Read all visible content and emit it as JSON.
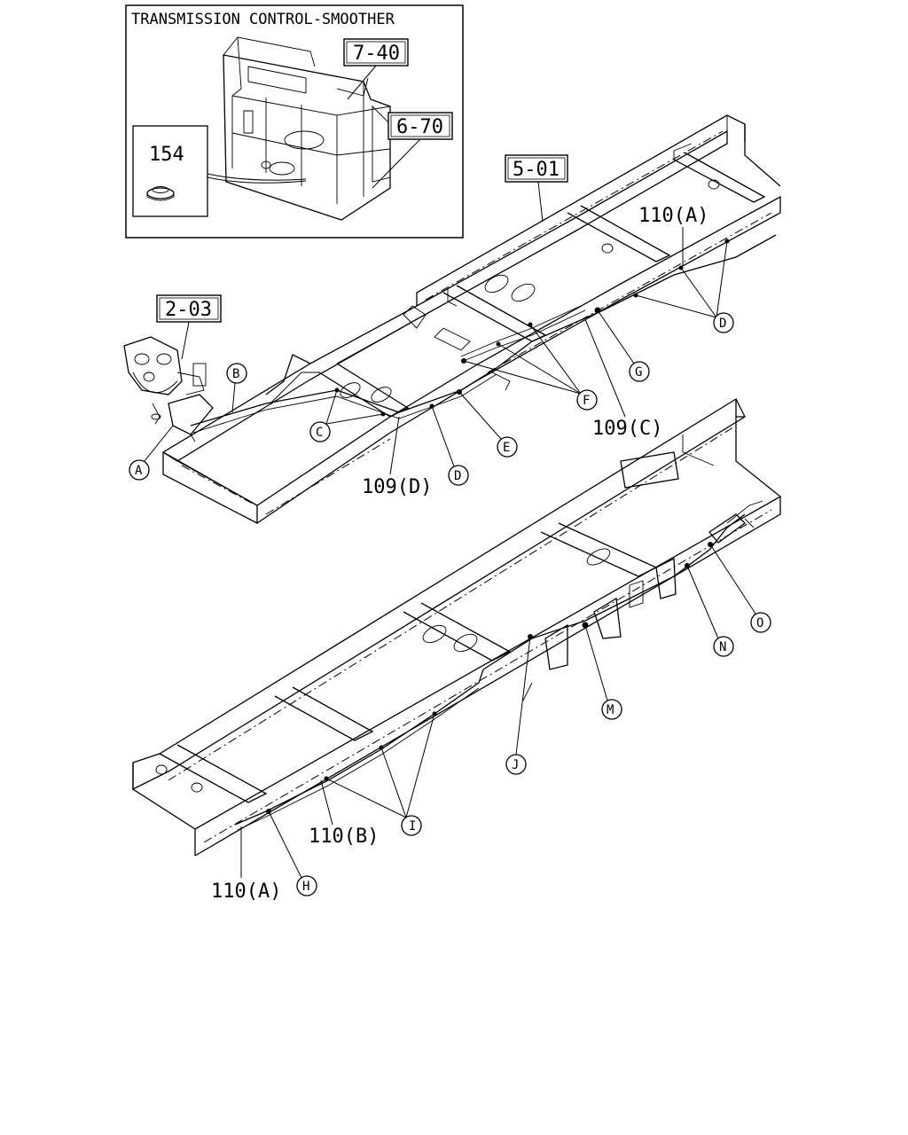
{
  "inset": {
    "title": "TRANSMISSION CONTROL-SMOOTHER",
    "part_154": "154",
    "ref_7_40": "7-40",
    "ref_6_70": "6-70"
  },
  "refs": {
    "ref_5_01": "5-01",
    "ref_2_03": "2-03"
  },
  "parts": {
    "p110A_top": "110(A)",
    "p109C": "109(C)",
    "p109D": "109(D)",
    "p110B": "110(B)",
    "p110A_bottom": "110(A)"
  },
  "callouts": {
    "A": "A",
    "B": "B",
    "C": "C",
    "D1": "D",
    "D2": "D",
    "E": "E",
    "F": "F",
    "G": "G",
    "H": "H",
    "I": "I",
    "J": "J",
    "M": "M",
    "N": "N",
    "O": "O"
  }
}
